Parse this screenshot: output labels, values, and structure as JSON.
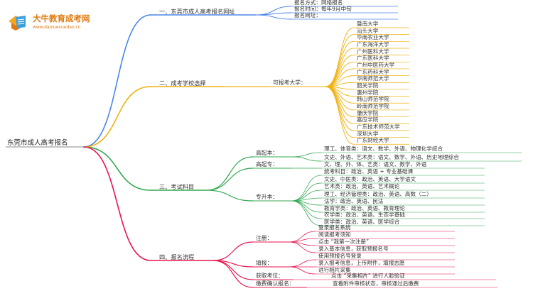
{
  "brand": {
    "name": "大牛教育成考网",
    "url": "www.daniuexuedao.cn"
  },
  "mindmap": {
    "root": "东莞市成人高考报名",
    "branches": [
      {
        "label": "一、东莞市成人高考报名网址",
        "color": "#4a86e8",
        "leaves": [
          "报名方式：网络报名",
          "报名时间：每年9月中旬",
          "报名网址："
        ]
      },
      {
        "label": "二、成考学校选择",
        "color": "#f1b210",
        "sub_label": "可报考大学：",
        "leaves": [
          "暨南大学",
          "汕头大学",
          "华南农业大学",
          "广东海洋大学",
          "广州医科大学",
          "广东医科大学",
          "广州中医药大学",
          "广东药科大学",
          "华南师范大学",
          "韶关学院",
          "惠州学院",
          "韩山师范学院",
          "岭南师范学院",
          "肇庆学院",
          "嘉应学院",
          "广东技术师范大学",
          "深圳大学",
          "广东财经大学"
        ]
      },
      {
        "label": "三、考试科目",
        "color": "#34a853",
        "groups": [
          {
            "label": "高起本：",
            "leaves": [
              "理工、体育类：语文、数学、外语、物理化学综合",
              "文史、外语、艺术类：语文、数学、外语、历史地理综合"
            ]
          },
          {
            "label": "高起专：",
            "leaves": [
              "文、理、外、体、艺类：语文、数学、外语"
            ]
          },
          {
            "label": "专升本：",
            "leaves": [
              "统考科目：政治、英语 + 专业基础课",
              "文史、中医类：政治、英语、大学语文",
              "艺术类：政治、英语、艺术概论",
              "理工、经济管理类：政治、英语、高数（二）",
              "法学：政治、英语、民法",
              "教育学类：政治、英语、教育理论",
              "农学类：政治、英语、生态学基础",
              "医学类：政治、英语、医学综合"
            ]
          }
        ]
      },
      {
        "label": "四、报名流程",
        "color": "#e8174f",
        "groups": [
          {
            "label": "注册：",
            "leaves": [
              "登录报名系统",
              "阅读报考须知",
              "点击 “我第一次注册”",
              "录入基本信息，获取预报名号"
            ]
          },
          {
            "label": "填报：",
            "leaves": [
              "使用预报名号登录",
              "录入报考信息，上传附件，填报志愿",
              "进行相片采集"
            ]
          },
          {
            "label": "获取考位：",
            "leaves": [
              "点击 “采集相片” 进行人脸验证"
            ]
          },
          {
            "label": "缴费确认报名：",
            "leaves": [
              "查看附件审核状态，审核通过后缴费"
            ]
          }
        ]
      }
    ]
  }
}
